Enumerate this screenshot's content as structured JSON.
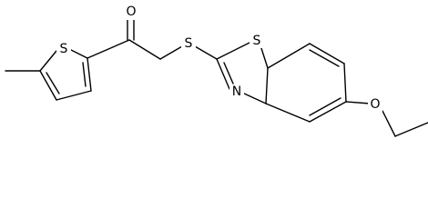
{
  "diagram": {
    "type": "chemical-structure",
    "atom_labels": {
      "carbonyl_oxygen": "O",
      "thiophene_sulfur": "S",
      "thioether_sulfur": "S",
      "benzothiazole_sulfur": "S",
      "benzothiazole_nitrogen": "N",
      "ether_oxygen": "O"
    },
    "colors": {
      "bond": "#000000",
      "background": "#ffffff"
    }
  }
}
